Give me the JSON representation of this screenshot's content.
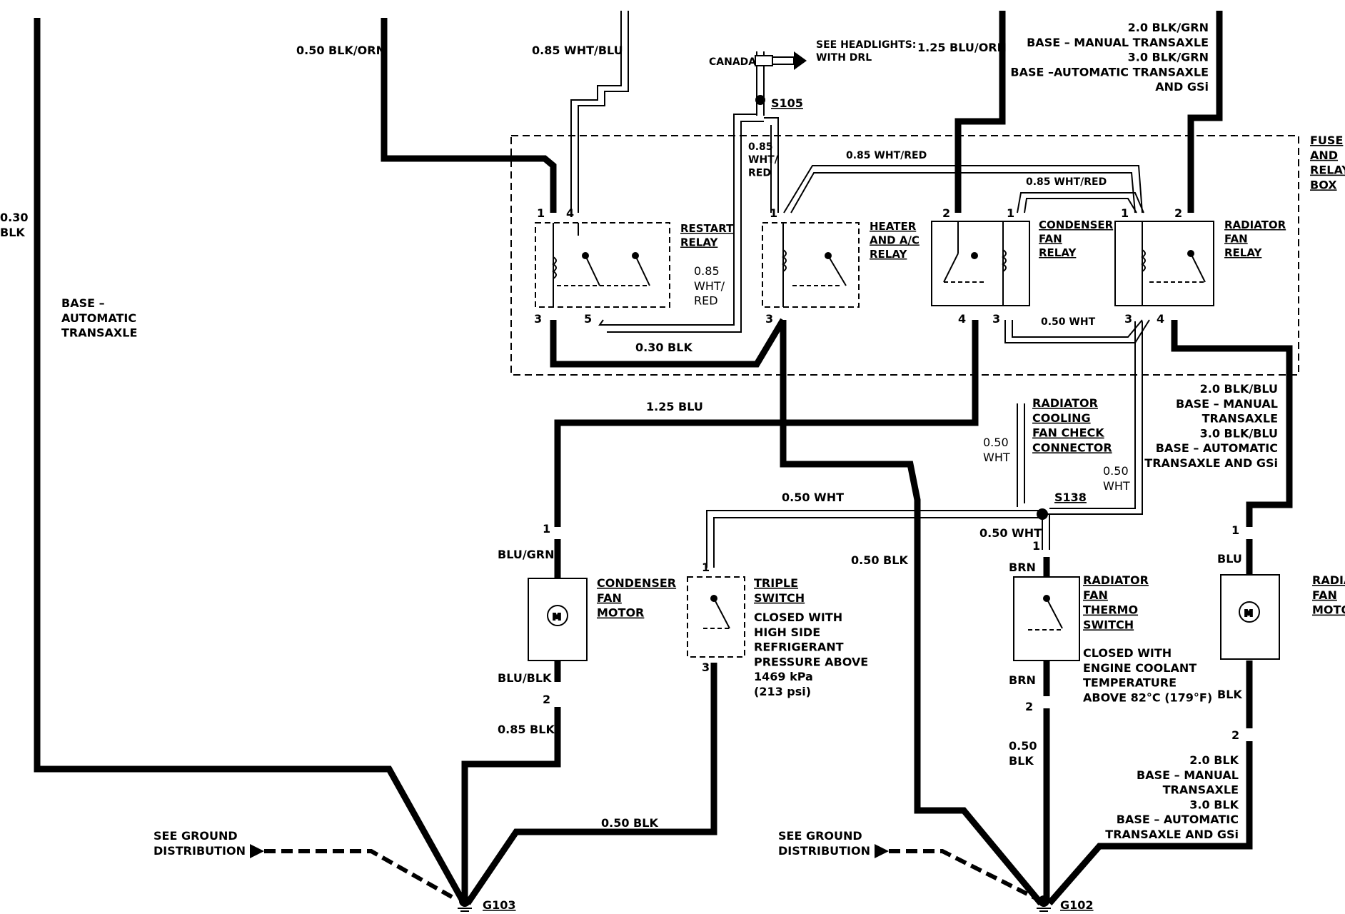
{
  "wires": {
    "w_030_blk_left": "0.30\nBLK",
    "base_auto_left": "BASE –\nAUTOMATIC\nTRANSAXLE",
    "w_050_blk_orn": "0.50 BLK/ORN",
    "w_085_wht_blu": "0.85 WHT/BLU",
    "canada": "CANADA",
    "see_headlights": "SEE HEADLIGHTS:\nWITH DRL",
    "s105": "S105",
    "w_085_wht_red_v": "0.85\nWHT/\nRED",
    "w_085_wht_red_top": "0.85 WHT/RED",
    "w_085_wht_red_mid": "0.85 WHT/RED",
    "w_125_blu_orn": "1.25 BLU/ORN",
    "top_right": "2.0 BLK/GRN\nBASE – MANUAL TRANSAXLE\n3.0 BLK/GRN\nBASE –AUTOMATIC TRANSAXLE\nAND GSi",
    "fuse_box": "FUSE\nAND\nRELAY\nBOX",
    "w_085_wht_red_restart": "0.85\nWHT/\nRED",
    "w_030_blk_mid": "0.30 BLK",
    "w_050_wht_cond": "0.50 WHT",
    "w_125_blu": "1.25 BLU",
    "check_conn": "RADIATOR\nCOOLING\nFAN CHECK\nCONNECTOR",
    "w_050_wht_a": "0.50\nWHT",
    "w_050_wht_b": "0.50\nWHT",
    "s138": "S138",
    "w_050_wht_triple": "0.50 WHT",
    "w_050_wht_thermo": "0.50 WHT",
    "right_mid": "2.0 BLK/BLU\nBASE – MANUAL\nTRANSAXLE\n3.0 BLK/BLU\nBASE – AUTOMATIC\nTRANSAXLE AND GSi",
    "blu_grn": "BLU/GRN",
    "blu_blk": "BLU/BLK",
    "w_085_blk": "0.85 BLK",
    "w_050_blk_mid": "0.50 BLK",
    "w_050_blk_bottom": "0.50 BLK",
    "brn_top": "BRN",
    "brn_bottom": "BRN",
    "w_050_blk_thermo": "0.50\nBLK",
    "blu_right": "BLU",
    "blk_right": "BLK",
    "bottom_right": "2.0 BLK\nBASE – MANUAL\nTRANSAXLE\n3.0 BLK\nBASE – AUTOMATIC\nTRANSAXLE AND GSi",
    "see_ground_1": "SEE GROUND\nDISTRIBUTION",
    "see_ground_2": "SEE GROUND\nDISTRIBUTION",
    "g103": "G103",
    "g102": "G102"
  },
  "components": {
    "restart_relay": "RESTART\nRELAY",
    "heater_ac_relay": "HEATER\nAND A/C\nRELAY",
    "condenser_fan_relay": "CONDENSER\nFAN\nRELAY",
    "radiator_fan_relay": "RADIATOR\nFAN\nRELAY",
    "condenser_fan_motor": "CONDENSER\nFAN\nMOTOR",
    "triple_switch": "TRIPLE\nSWITCH",
    "triple_desc": "CLOSED WITH\nHIGH SIDE\nREFRIGERANT\nPRESSURE ABOVE\n1469 kPa\n(213 psi)",
    "thermo_switch": "RADIATOR\nFAN\nTHERMO\nSWITCH",
    "thermo_desc": "CLOSED WITH\nENGINE COOLANT\nTEMPERATURE\nABOVE 82°C (179°F)",
    "radiator_fan_motor": "RADIATOR\nFAN\nMOTOR"
  },
  "pins": {
    "p1": "1",
    "p2": "2",
    "p3": "3",
    "p4": "4",
    "p5": "5"
  }
}
